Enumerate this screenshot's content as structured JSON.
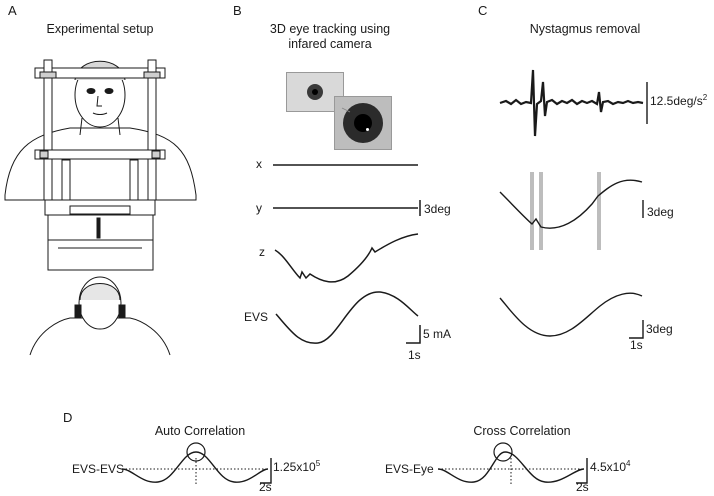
{
  "panels": {
    "a": {
      "label": "A",
      "title": "Experimental setup"
    },
    "b": {
      "label": "B",
      "title_line1": "3D eye tracking using",
      "title_line2": "infared camera",
      "traces": [
        "x",
        "y",
        "z",
        "EVS"
      ],
      "scale_deg": "3deg",
      "scale_ma": "5 mA",
      "scale_time": "1s"
    },
    "c": {
      "label": "C",
      "title": "Nystagmus removal",
      "scale_accel_text": "12.5deg/s",
      "scale_accel_sup": "2",
      "scale_deg_1": "3deg",
      "scale_deg_2": "3deg",
      "scale_time": "1s"
    },
    "d": {
      "label": "D",
      "auto_title": "Auto Correlation",
      "auto_label": "EVS-EVS",
      "auto_scale_base": "1.25x10",
      "auto_scale_exp": "5",
      "auto_scale_time": "2s",
      "cross_title": "Cross Correlation",
      "cross_label": "EVS-Eye",
      "cross_scale_base": "4.5x10",
      "cross_scale_exp": "4",
      "cross_scale_time": "2s"
    }
  },
  "colors": {
    "trace": "#1a1a1a",
    "highlight": "#bdbdbd",
    "skin": "#ffffff"
  }
}
